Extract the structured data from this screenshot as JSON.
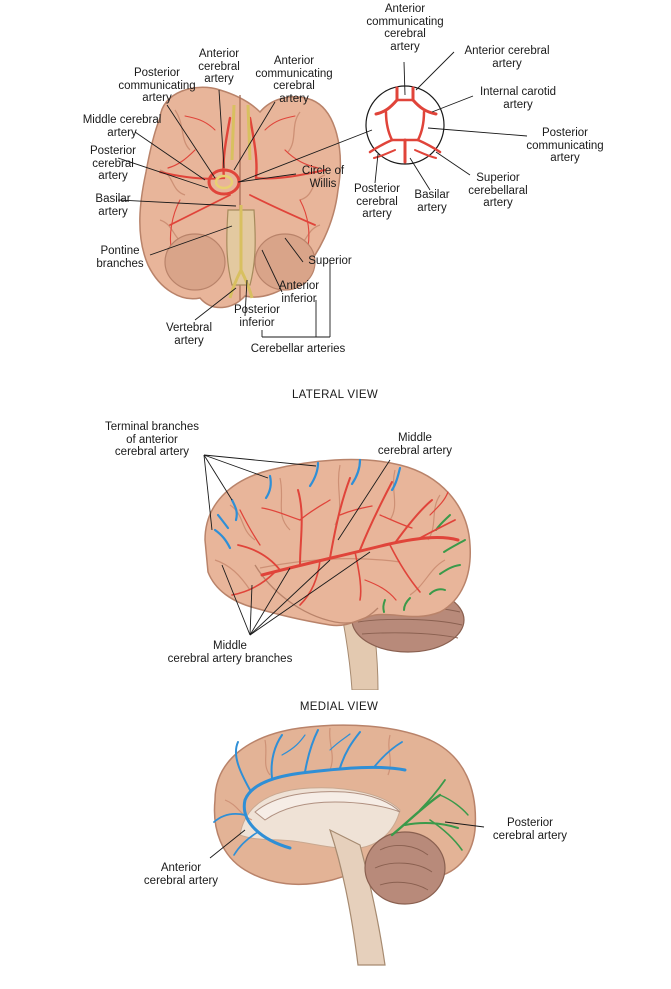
{
  "colors": {
    "brain_fill": "#e8b59a",
    "brain_dark": "#c98a6f",
    "artery_red": "#e0443a",
    "artery_blue": "#2f8fd6",
    "artery_green": "#3a9a4a",
    "cerebellum": "#b88a7a",
    "leader": "#1a1a1a"
  },
  "inferior_view": {
    "labels": {
      "ant_cerebral": "Anterior\ncerebral\nartery",
      "ant_comm": "Anterior\ncommunicating\ncerebral\nartery",
      "post_comm": "Posterior\ncommunicating\nartery",
      "middle_cerebral": "Middle cerebral\nartery",
      "post_cerebral": "Posterior\ncerebral\nartery",
      "basilar": "Basilar\nartery",
      "pontine": "Pontine\nbranches",
      "vertebral": "Vertebral\nartery",
      "circle": "Circle of\nWillis",
      "superior": "Superior",
      "ant_inferior": "Anterior\ninferior",
      "post_inferior": "Posterior\ninferior",
      "cerebellar": "Cerebellar arteries"
    }
  },
  "circle_detail": {
    "labels": {
      "ant_comm": "Anterior\ncommunicating\ncerebral\nartery",
      "ant_cerebral": "Anterior cerebral\nartery",
      "internal_carotid": "Internal carotid\nartery",
      "post_comm": "Posterior\ncommunicating\nartery",
      "sup_cerebellar": "Superior\ncerebellaral\nartery",
      "basilar": "Basilar\nartery",
      "post_cerebral": "Posterior\ncerebral\nartery"
    }
  },
  "lateral_view": {
    "title": "LATERAL VIEW",
    "labels": {
      "terminal": "Terminal branches\nof anterior\ncerebral artery",
      "middle": "Middle\ncerebral artery",
      "middle_branches": "Middle\ncerebral artery branches"
    }
  },
  "medial_view": {
    "title": "MEDIAL VIEW",
    "labels": {
      "post_cerebral": "Posterior\ncerebral artery",
      "ant_cerebral": "Anterior\ncerebral artery"
    }
  }
}
